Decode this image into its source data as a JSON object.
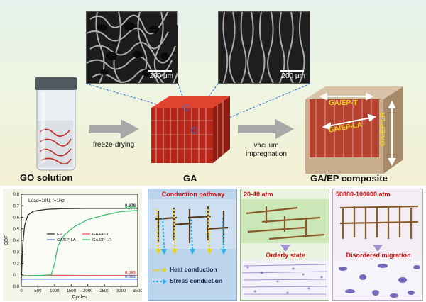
{
  "top": {
    "sem1_scale": "200 μm",
    "sem2_scale": "200 μm",
    "step1": "freeze-drying",
    "step2_line1": "vacuum",
    "step2_line2": "impregnation",
    "label_go": "GO solution",
    "label_ga": "GA",
    "label_comp": "GA/EP composite",
    "arrow_t": "GA/EP-T",
    "arrow_la": "GA/EP-LA",
    "arrow_lr": "GA/EP-LR"
  },
  "chart_data": {
    "type": "line",
    "annotation": "Load=10N, f=1Hz",
    "xlabel": "Cycles",
    "ylabel": "COF",
    "xlim": [
      0,
      3500
    ],
    "ylim": [
      0,
      0.8
    ],
    "xticks": [
      "0",
      "500",
      "1000",
      "1500",
      "2000",
      "2500",
      "3000",
      "3500"
    ],
    "yticks": [
      "0.0",
      "0.1",
      "0.2",
      "0.3",
      "0.4",
      "0.5",
      "0.6",
      "0.7",
      "0.8"
    ],
    "series": [
      {
        "name": "EP",
        "color": "#333333",
        "end_label": "0.678",
        "x": [
          0,
          40,
          100,
          200,
          350,
          500,
          800,
          1200,
          2000,
          3500
        ],
        "y": [
          0.05,
          0.35,
          0.53,
          0.62,
          0.65,
          0.66,
          0.67,
          0.675,
          0.678,
          0.678
        ]
      },
      {
        "name": "GA/EP-T",
        "color": "#e0555a",
        "end_label": "0.095",
        "x": [
          0,
          100,
          500,
          1000,
          2000,
          3500
        ],
        "y": [
          0.09,
          0.095,
          0.093,
          0.096,
          0.094,
          0.095
        ]
      },
      {
        "name": "GA/EP-LA",
        "color": "#5a7fe0",
        "end_label": "0.063",
        "x": [
          0,
          100,
          500,
          1000,
          2000,
          3500
        ],
        "y": [
          0.06,
          0.062,
          0.064,
          0.062,
          0.063,
          0.063
        ]
      },
      {
        "name": "GA/EP-LR",
        "color": "#3cc06a",
        "end_label": "0.660",
        "x": [
          0,
          500,
          900,
          1000,
          1100,
          1300,
          1600,
          2000,
          2500,
          3000,
          3500
        ],
        "y": [
          0.09,
          0.095,
          0.1,
          0.2,
          0.35,
          0.45,
          0.52,
          0.58,
          0.62,
          0.65,
          0.66
        ]
      }
    ]
  },
  "panels": {
    "p1_title": "Conduction pathway",
    "p1_legend1": "Heat conduction",
    "p1_legend2": "Stress conduction",
    "p2_title": "20-40 atm",
    "p2_state": "Orderly state",
    "p3_title": "50000-100000 atm",
    "p3_state": "Disordered migration"
  },
  "colors": {
    "ga_red": "#c0281c",
    "ep_tan": "#c9ad8e",
    "arrow_grey": "#a8a8a8",
    "heat": "#e8d21a",
    "stress": "#2ab0e8",
    "fiber": "#8a5a2a",
    "panel_blue": "#bcd4ec",
    "state_green": "#bfe2a6",
    "state_purple": "#a38dd0"
  }
}
